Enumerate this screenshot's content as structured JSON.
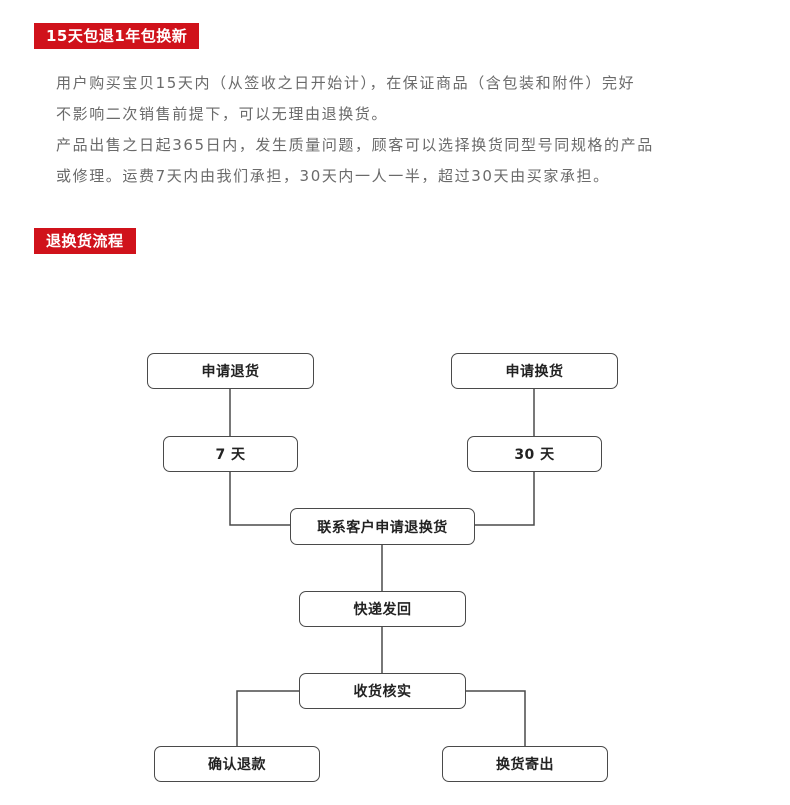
{
  "sections": {
    "policy_title": "15天包退1年包换新",
    "flow_title": "退换货流程"
  },
  "policy_lines": [
    "用户购买宝贝15天内（从签收之日开始计），在保证商品（含包装和附件）完好",
    "不影响二次销售前提下，可以无理由退换货。",
    "产品出售之日起365日内，发生质量问题，顾客可以选择换货同型号同规格的产品",
    "或修理。运费7天内由我们承担，30天内一人一半，超过30天由买家承担。"
  ],
  "flow": {
    "apply_return": "申请退货",
    "apply_exchange": "申请换货",
    "days_return": "7 天",
    "days_exchange": "30 天",
    "contact": "联系客户申请退换货",
    "ship_back": "快递发回",
    "verify": "收货核实",
    "confirm_refund": "确认退款",
    "ship_exchange": "换货寄出"
  },
  "colors": {
    "accent": "#d0121b",
    "text": "#6a6a6a",
    "line": "#4a4a4a"
  }
}
